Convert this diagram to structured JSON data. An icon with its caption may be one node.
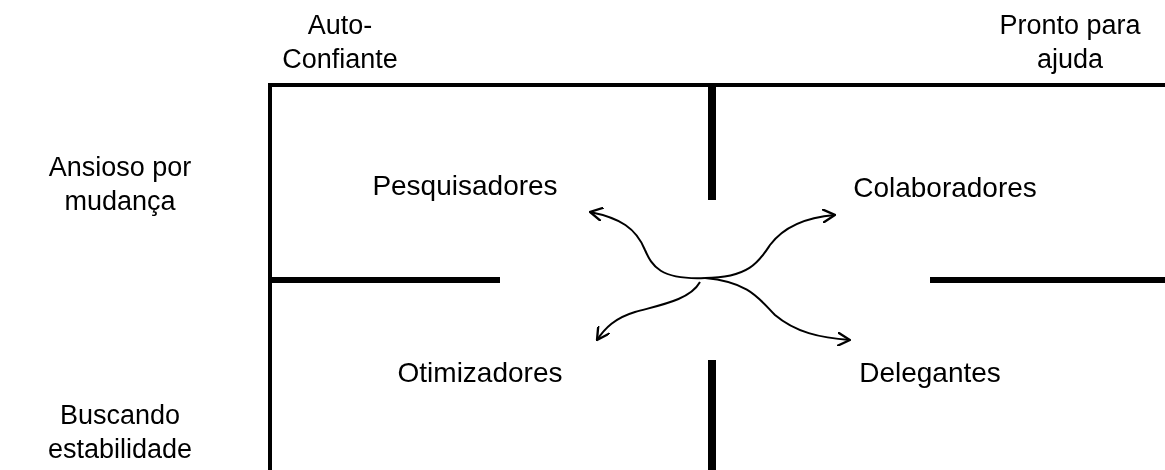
{
  "diagram": {
    "nodes": [
      {
        "text": [
          "Pesquisadores"
        ]
      },
      {
        "text": [
          "Colaboradores"
        ]
      },
      {
        "text": [
          "Otimizadores"
        ]
      },
      {
        "text": [
          "Delegantes"
        ]
      }
    ],
    "edges": [
      {
        "from": null,
        "to": 0,
        "arrow": "to"
      },
      {
        "from": null,
        "to": 1,
        "arrow": "to"
      },
      {
        "from": null,
        "to": 2,
        "arrow": "to"
      },
      {
        "from": null,
        "to": 3,
        "arrow": "to"
      }
    ],
    "labels": [
      "Auto- Confiante",
      "Pronto para ajuda",
      "Ansioso por mudança",
      "Buscando estabilidade"
    ]
  }
}
